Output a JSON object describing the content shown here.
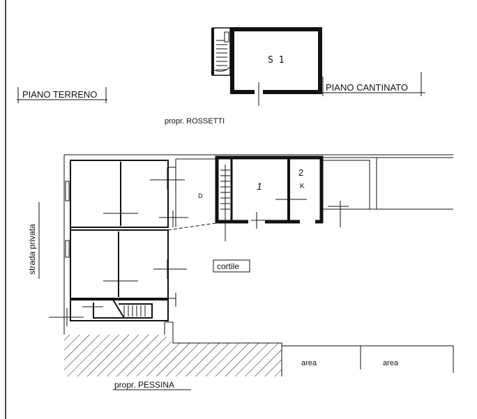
{
  "sheet": {
    "label_ground_floor": "PIANO TERRENO",
    "label_basement": "PIANO CANTINATO"
  },
  "basement": {
    "room_label": "S 1"
  },
  "ground_floor": {
    "room_1": "1",
    "room_2": "2",
    "room_2_mark": "K",
    "room_small_mark": "D",
    "courtyard": "cortile",
    "area_1": "area",
    "area_2": "area"
  },
  "neighbours": {
    "north": "propr. ROSSETTI",
    "west": "strada privata",
    "south": "propr. PESSINA"
  },
  "colors": {
    "ink": "#111111",
    "wall_fill": "#111111",
    "background": "#ffffff"
  }
}
